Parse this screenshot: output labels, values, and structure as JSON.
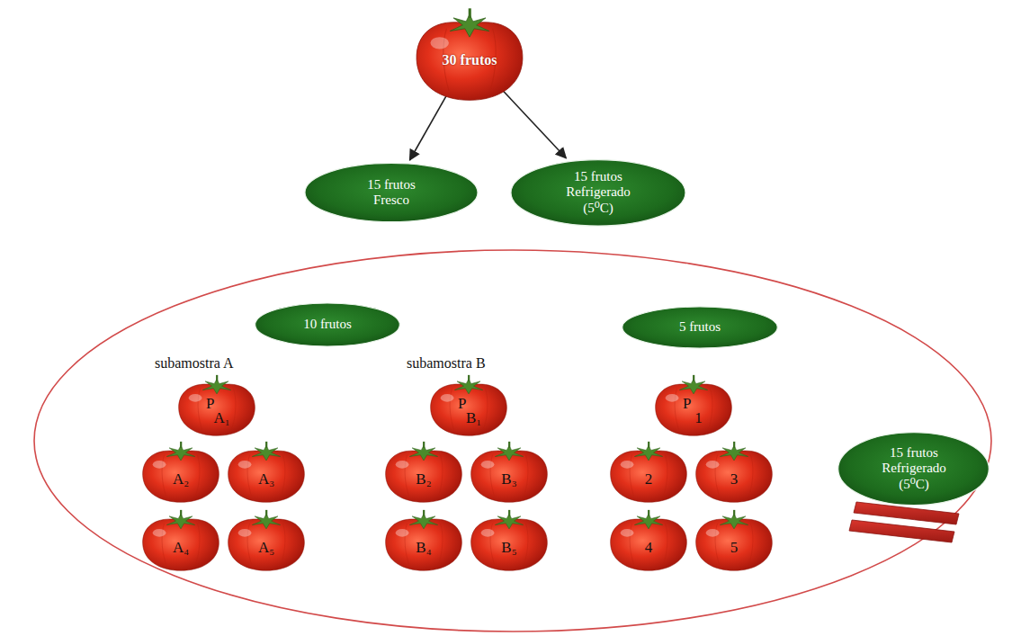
{
  "diagram": {
    "nodes": [
      {
        "text": [
          "30 frutos"
        ]
      },
      {
        "text": [
          "15 frutos Fresco"
        ]
      },
      {
        "text": [
          "15 frutos Refrigerado (5⁰C)"
        ]
      },
      {
        "text": [
          "10 frutos"
        ]
      },
      {
        "text": [
          "5 frutos"
        ]
      },
      {
        "text": [
          "P",
          "A₁"
        ]
      },
      {
        "text": [
          "A₂"
        ]
      },
      {
        "text": [
          "A₃"
        ]
      },
      {
        "text": [
          "A₄"
        ]
      },
      {
        "text": [
          "A₅"
        ]
      },
      {
        "text": [
          "P",
          "B₁"
        ]
      },
      {
        "text": [
          "B₂"
        ]
      },
      {
        "text": [
          "B₃"
        ]
      },
      {
        "text": [
          "B₄"
        ]
      },
      {
        "text": [
          "B₅"
        ]
      },
      {
        "text": [
          "P",
          "1"
        ]
      },
      {
        "text": [
          "2"
        ]
      },
      {
        "text": [
          "3"
        ]
      },
      {
        "text": [
          "4"
        ]
      },
      {
        "text": [
          "5"
        ]
      },
      {
        "text": [
          "15 frutos Refrigerado (5⁰C)"
        ]
      }
    ],
    "edges": [
      {
        "from": 0,
        "to": 1,
        "arrow": "to"
      },
      {
        "from": 0,
        "to": 2,
        "arrow": "to"
      }
    ],
    "labels": [
      "subamostra A",
      "subamostra B"
    ]
  }
}
